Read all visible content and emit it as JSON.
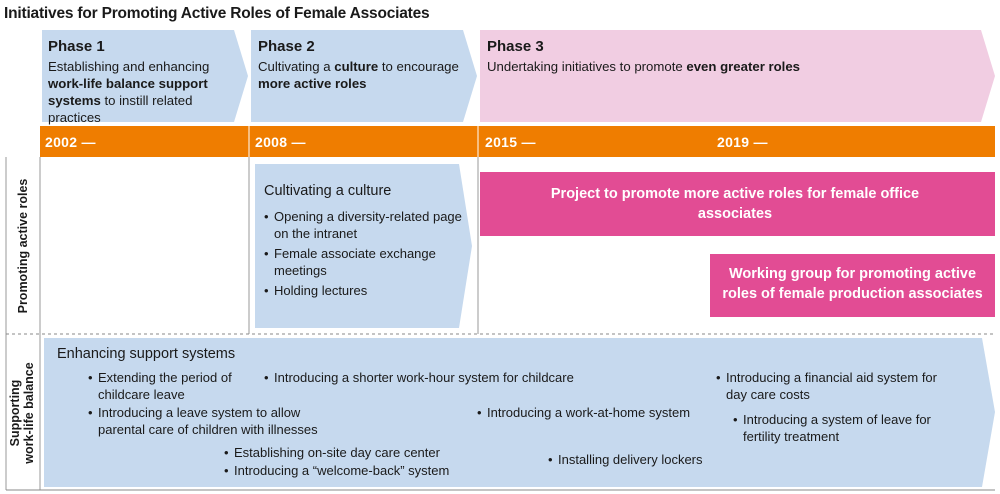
{
  "title": "Initiatives for Promoting Active Roles of Female Associates",
  "colors": {
    "phase_blue": "#c6d9ee",
    "phase_pink": "#f1cde2",
    "timeline_orange": "#ef7d00",
    "magenta": "#e24c94",
    "light_blue_box": "#c6d9ee"
  },
  "phases": [
    {
      "title": "Phase 1",
      "desc_parts": [
        {
          "text": "Establishing and enhancing ",
          "bold": false
        },
        {
          "text": "work-life balance support systems",
          "bold": true
        },
        {
          "text": " to instill related practices",
          "bold": false
        }
      ]
    },
    {
      "title": "Phase 2",
      "desc_parts": [
        {
          "text": "Cultivating a ",
          "bold": false
        },
        {
          "text": "culture",
          "bold": true
        },
        {
          "text": " to encourage ",
          "bold": false
        },
        {
          "text": "more active roles",
          "bold": true
        }
      ]
    },
    {
      "title": "Phase 3",
      "desc_parts": [
        {
          "text": "Undertaking initiatives to promote ",
          "bold": false
        },
        {
          "text": "even greater roles",
          "bold": true
        }
      ]
    }
  ],
  "years": [
    "2002 —",
    "2008 —",
    "2015 —",
    "2019 —"
  ],
  "row_labels": {
    "promoting": "Promoting active roles",
    "supporting_line1": "Supporting",
    "supporting_line2": "work-life balance"
  },
  "culture_box": {
    "title": "Cultivating a culture",
    "items": [
      "Opening a diversity-related page on the intranet",
      "Female associate exchange meetings",
      "Holding lectures"
    ]
  },
  "project_box": "Project to promote more active roles for female office associates",
  "working_group_box": "Working group for promoting active roles of female production associates",
  "support": {
    "title": "Enhancing support systems",
    "items": [
      "Extending the period of childcare leave",
      "Introducing a leave system to allow parental care of children with illnesses",
      "Introducing a shorter work-hour system for childcare",
      "Establishing on-site day care center",
      "Introducing a “welcome-back” system",
      "Introducing a work-at-home system",
      "Installing delivery lockers",
      "Introducing a financial aid system for day care costs",
      "Introducing a system of leave for fertility treatment"
    ]
  }
}
